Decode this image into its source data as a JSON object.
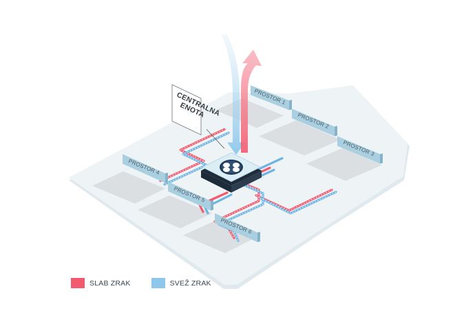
{
  "central_unit": {
    "label_line1": "CENTRALNA",
    "label_line2": "ENOTA"
  },
  "rooms": [
    {
      "label": "PROSTOR 1"
    },
    {
      "label": "PROSTOR 2"
    },
    {
      "label": "PROSTOR 3"
    },
    {
      "label": "PROSTOR 4"
    },
    {
      "label": "PROSTOR 5"
    },
    {
      "label": "PROSTOR 6"
    }
  ],
  "legend": [
    {
      "label": "SLAB ZRAK",
      "color": "#f25a6f"
    },
    {
      "label": "SVEŽ ZRAK",
      "color": "#8ec7ec"
    }
  ],
  "colors": {
    "exhaust": "#f25a6f",
    "fresh": "#8ec7ec",
    "floor": "#eef4f6",
    "room": "#dcdfe1",
    "tag": "#a9cfe0"
  }
}
